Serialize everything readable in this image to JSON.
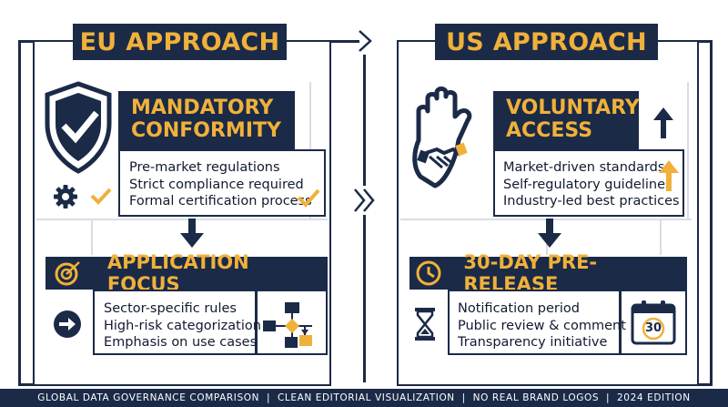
{
  "eu": {
    "title": "EU APPROACH",
    "card1": {
      "heading_line1": "MANDATORY",
      "heading_line2": "CONFORMITY",
      "items": [
        "Pre-market regulations",
        "Strict compliance required",
        "Formal certification process"
      ]
    },
    "card2": {
      "heading": "APPLICATION FOCUS",
      "items": [
        "Sector-specific rules",
        "High-risk categorization",
        "Emphasis on use cases"
      ]
    }
  },
  "us": {
    "title": "US APPROACH",
    "card1": {
      "heading_line1": "VOLUNTARY",
      "heading_line2": "ACCESS",
      "items": [
        "Market-driven standards",
        "Self-regulatory guidelines",
        "Industry-led best practices"
      ]
    },
    "card2": {
      "heading": "30-DAY PRE-RELEASE",
      "items": [
        "Notification period",
        "Public review & comment",
        "Transparency initiative"
      ],
      "calendar_number": "30"
    }
  },
  "footer": {
    "text": "GLOBAL DATA GOVERNANCE COMPARISON  |  CLEAN EDITORIAL VISUALIZATION  |  NO REAL BRAND LOGOS  |  2024 EDITION"
  },
  "colors": {
    "navy": "#1b2a47",
    "gold": "#f0b13a",
    "white": "#ffffff"
  },
  "icons": [
    "shield-check-icon",
    "gear-icon",
    "checkmark-icon",
    "hand-handshake-icon",
    "arrow-up-icon",
    "target-icon",
    "arrow-right-icon",
    "flowchart-icon",
    "clock-icon",
    "hourglass-icon",
    "calendar-icon"
  ]
}
